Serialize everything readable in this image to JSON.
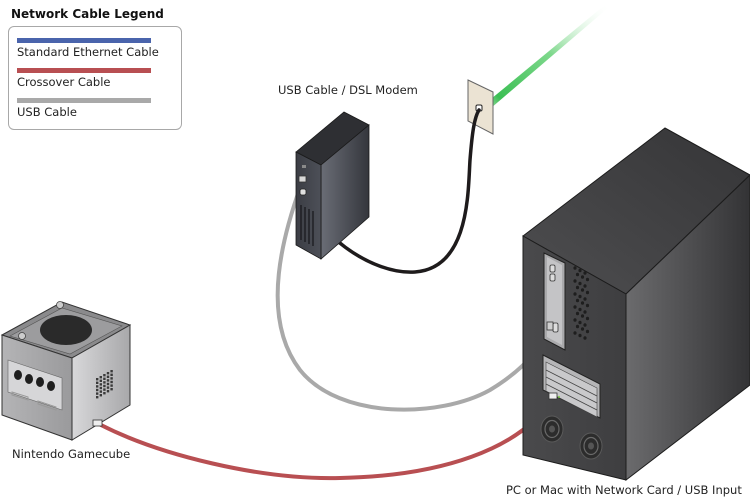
{
  "legend": {
    "title": "Network Cable Legend",
    "items": [
      {
        "label": "Standard Ethernet Cable",
        "color": "#4a64ac"
      },
      {
        "label": "Crossover Cable",
        "color": "#b84f52"
      },
      {
        "label": "USB Cable",
        "color": "#a9a9a9"
      }
    ]
  },
  "devices": {
    "modem": {
      "label": "USB Cable / DSL Modem"
    },
    "gamecube": {
      "label": "Nintendo Gamecube"
    },
    "pc": {
      "label": "PC or Mac with Network Card / USB Input"
    },
    "wall_jack": {
      "label": ""
    }
  },
  "connections": [
    {
      "from": "gamecube",
      "to": "pc",
      "cable": "Crossover Cable",
      "color": "#b84f52"
    },
    {
      "from": "modem",
      "to": "pc",
      "cable": "USB Cable",
      "color": "#a9a9a9"
    },
    {
      "from": "modem",
      "to": "wall_jack",
      "cable": "phone/DSL line",
      "color": "#2a2627"
    },
    {
      "from": "wall_jack",
      "to": "internet",
      "cable": "internet link",
      "color": "#3cbf54"
    }
  ]
}
